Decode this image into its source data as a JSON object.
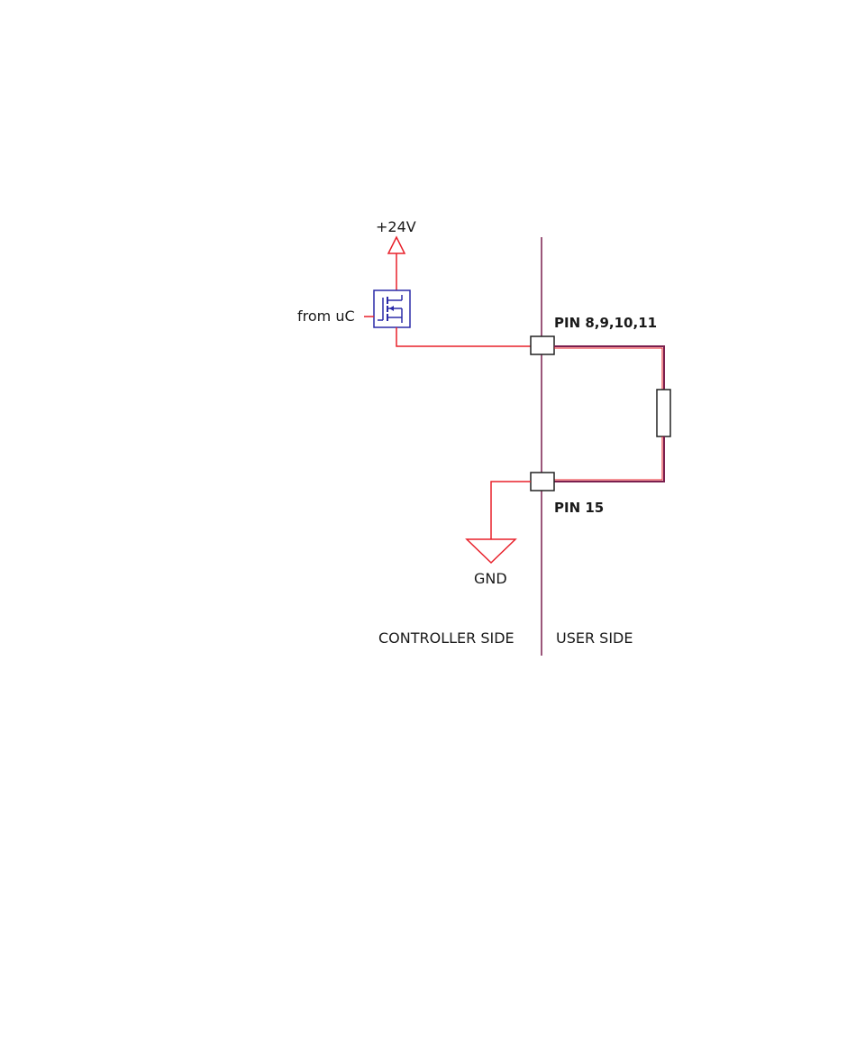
{
  "labels": {
    "supply": "+24V",
    "gate_input": "from uC",
    "pin_output": "PIN 8,9,10,11",
    "pin_ground": "PIN 15",
    "ground": "GND",
    "controller_side": "CONTROLLER SIDE",
    "user_side": "USER SIDE"
  },
  "colors": {
    "wire": "#e8202a",
    "boundary": "#7a1f4e",
    "mosfet": "#2a2aa8",
    "component_outline": "#222222"
  },
  "icons": {
    "supply": "supply-arrow-icon",
    "mosfet": "mosfet-icon",
    "ground": "ground-icon",
    "resistor": "resistor-icon",
    "connector": "connector-pin-icon"
  }
}
